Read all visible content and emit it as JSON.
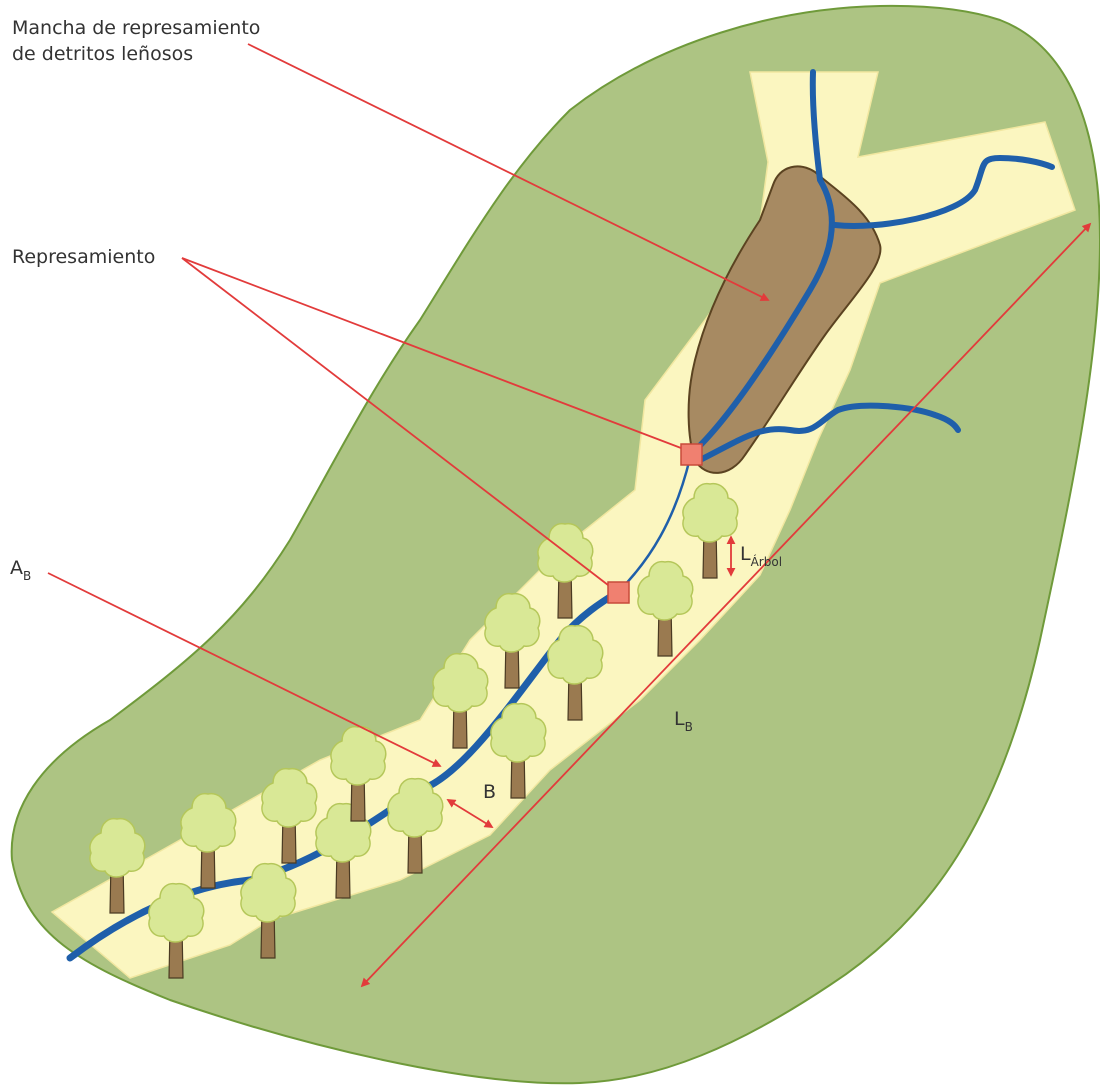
{
  "labels": {
    "mancha_line1": "Mancha de represamiento",
    "mancha_line2": "de detritos leñosos",
    "represamiento": "Represamiento",
    "ab_main": "A",
    "ab_sub": "B",
    "b": "B",
    "larbol_main": "L",
    "larbol_sub": "Árbol",
    "lb_main": "L",
    "lb_sub": "B"
  },
  "colors": {
    "hillslope": "#adc483",
    "hillslope_edge": "#6f9a3a",
    "floodplain": "#fbf6c0",
    "floodplain_edge": "#f1e7a0",
    "debris_patch": "#a78a62",
    "debris_edge": "#5b4321",
    "river": "#1f5faa",
    "arrow": "#e23b3b",
    "dam_marker": "#f08070",
    "dam_marker_edge": "#c84a3a",
    "tree_crown": "#d9e896",
    "tree_trunk": "#9a7a50"
  },
  "icons": {
    "tree": "tree-icon",
    "dam": "dam-marker-icon"
  }
}
